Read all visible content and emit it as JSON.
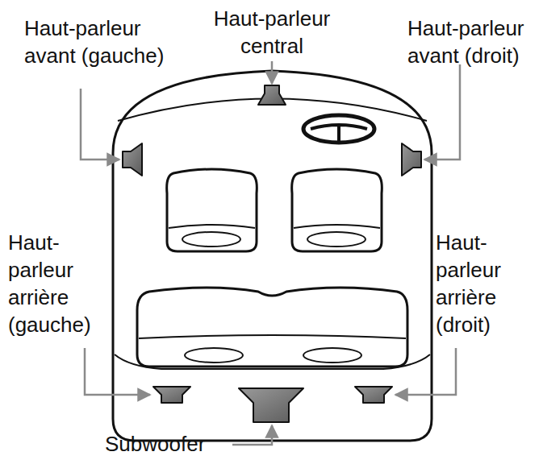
{
  "diagram": {
    "labels": [
      "Haut-parleur avant (gauche)",
      "Haut-parleur central",
      "Haut-parleur avant (droit)",
      "Haut-parleur arrière (gauche)",
      "Haut-parleur arrière (droit)",
      "Subwoofer"
    ]
  }
}
